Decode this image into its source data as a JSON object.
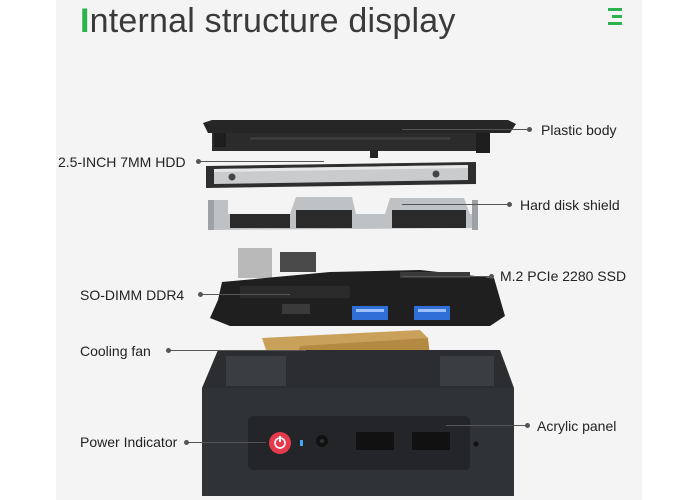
{
  "title": {
    "first_letter": "I",
    "rest": "nternal structure display"
  },
  "colors": {
    "accent": "#2bb24c",
    "chassis": "#2f3236",
    "gold": "#c9a15a",
    "board": "#1f1f1f",
    "usb": "#2f6fd6",
    "power": "#e53b4c"
  },
  "menu_icon": "menu-icon",
  "labels": {
    "plastic_body": "Plastic body",
    "hdd": "2.5-INCH 7MM HDD",
    "shield": "Hard disk shield",
    "ssd": "M.2 PCIe 2280 SSD",
    "ram": "SO-DIMM DDR4",
    "fan": "Cooling fan",
    "acrylic": "Acrylic panel",
    "power": "Power Indicator"
  }
}
